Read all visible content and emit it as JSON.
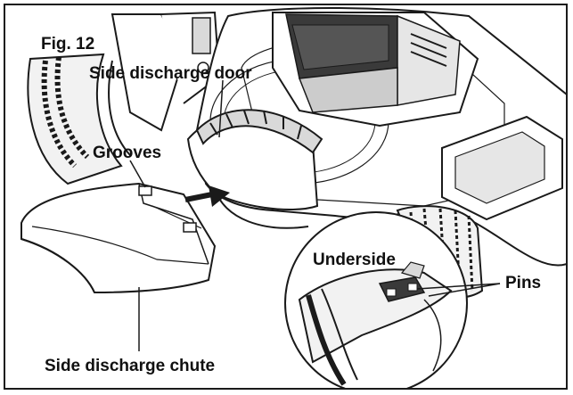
{
  "figure": {
    "fig_number": "Fig. 12",
    "labels": {
      "side_discharge_door": "Side discharge door",
      "grooves": "Grooves",
      "underside": "Underside",
      "pins": "Pins",
      "side_discharge_chute": "Side discharge chute"
    }
  },
  "colors": {
    "line": "#1a1a1a",
    "fill_light": "#f2f2f2",
    "fill_mid": "#d9d9d9",
    "fill_dark": "#3a3a3a",
    "background": "#ffffff"
  }
}
